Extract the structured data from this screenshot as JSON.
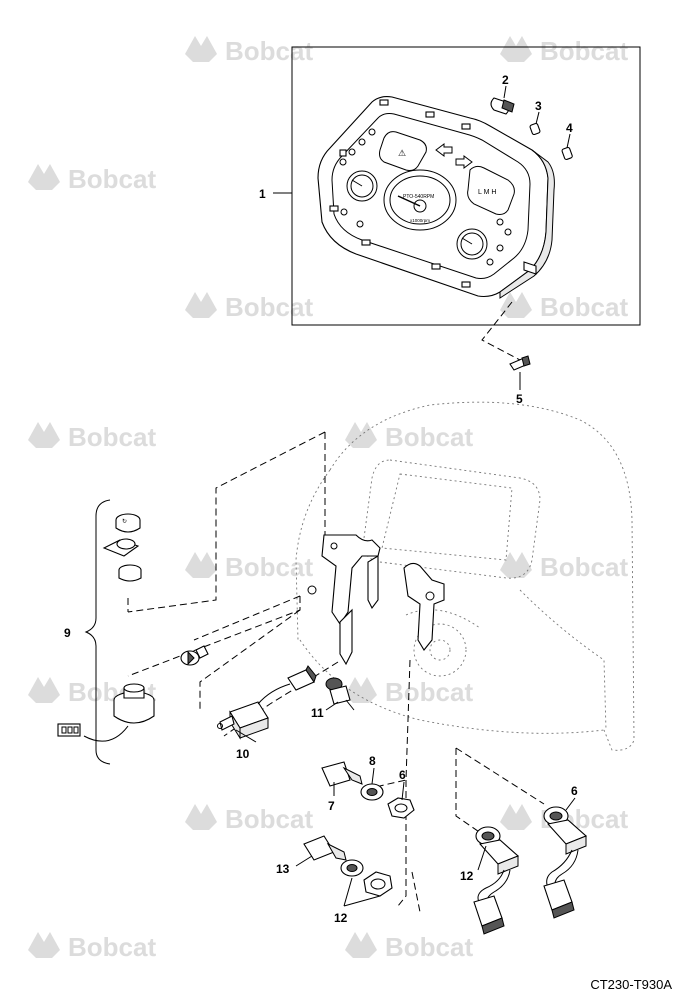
{
  "diagram": {
    "watermark": {
      "text": "Bobcat",
      "logo": "bobcat-logo-icon",
      "color": "#dcdcdc"
    },
    "drawing_code": "CT230-T930A",
    "callouts": {
      "c1": "1",
      "c2": "2",
      "c3": "3",
      "c4": "4",
      "c5": "5",
      "c6a": "6",
      "c6b": "6",
      "c7": "7",
      "c8": "8",
      "c9": "9",
      "c10": "10",
      "c11": "11",
      "c12a": "12",
      "c12b": "12",
      "c13": "13"
    },
    "cluster": {
      "rpm_label": "PTO-540RPM",
      "unit_label": "x1000rpm"
    }
  }
}
